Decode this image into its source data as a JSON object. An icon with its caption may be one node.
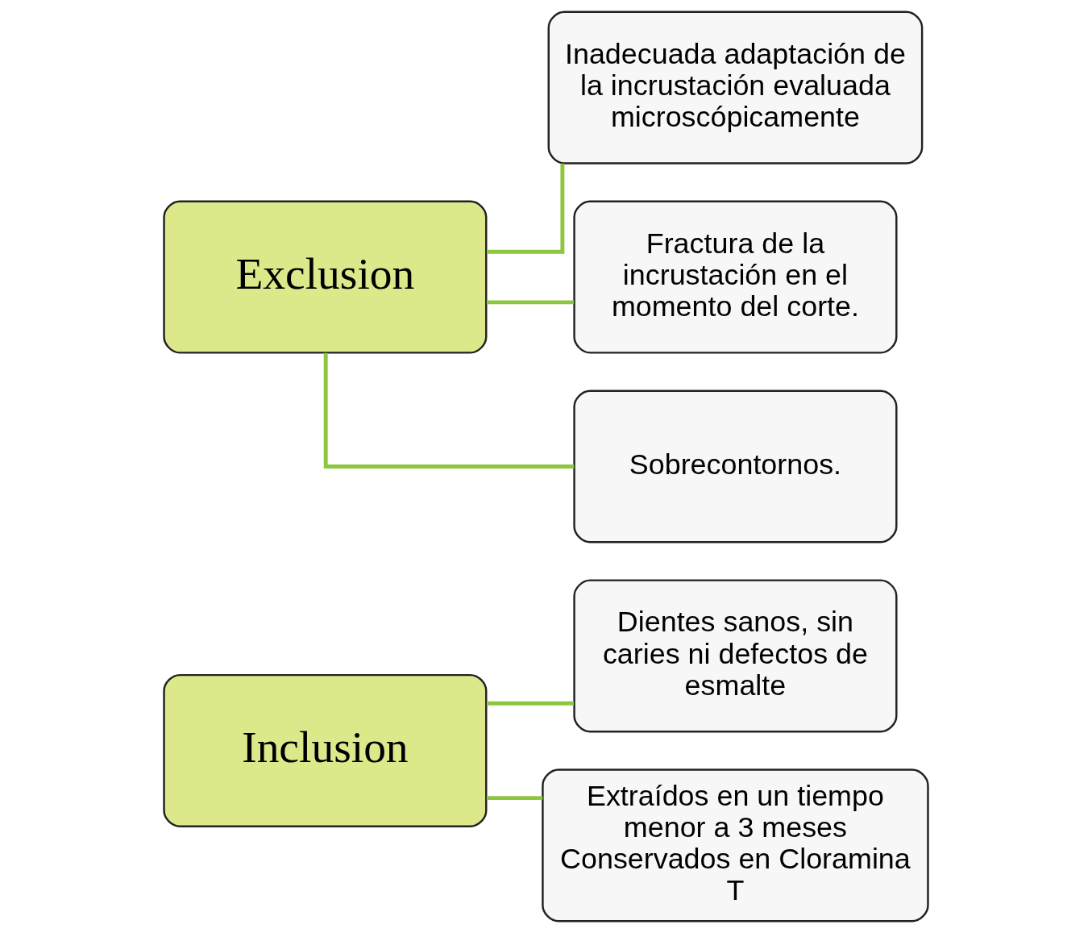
{
  "diagram": {
    "nodes": [
      {
        "text": [
          "Inclusion"
        ]
      },
      {
        "text": [
          "Dientes sanos, sin caries ni defectos de esmalte"
        ]
      },
      {
        "text": [
          "Extraídos en un tiempo menor a 3 meses Conservados en Cloramina T"
        ]
      },
      {
        "text": [
          "Exclusion"
        ]
      },
      {
        "text": [
          "Inadecuada adaptación de la incrustación evaluada microscópicamente"
        ]
      },
      {
        "text": [
          "Fractura de la incrustación en el momento del corte."
        ]
      },
      {
        "text": [
          "Sobrecontornos."
        ]
      }
    ],
    "edges": [
      {
        "from": 0,
        "to": 1,
        "arrow": "none"
      },
      {
        "from": 0,
        "to": 2,
        "arrow": "none"
      },
      {
        "from": 3,
        "to": 4,
        "arrow": "none"
      },
      {
        "from": 3,
        "to": 5,
        "arrow": "none"
      },
      {
        "from": 3,
        "to": 6,
        "arrow": "none"
      }
    ]
  }
}
